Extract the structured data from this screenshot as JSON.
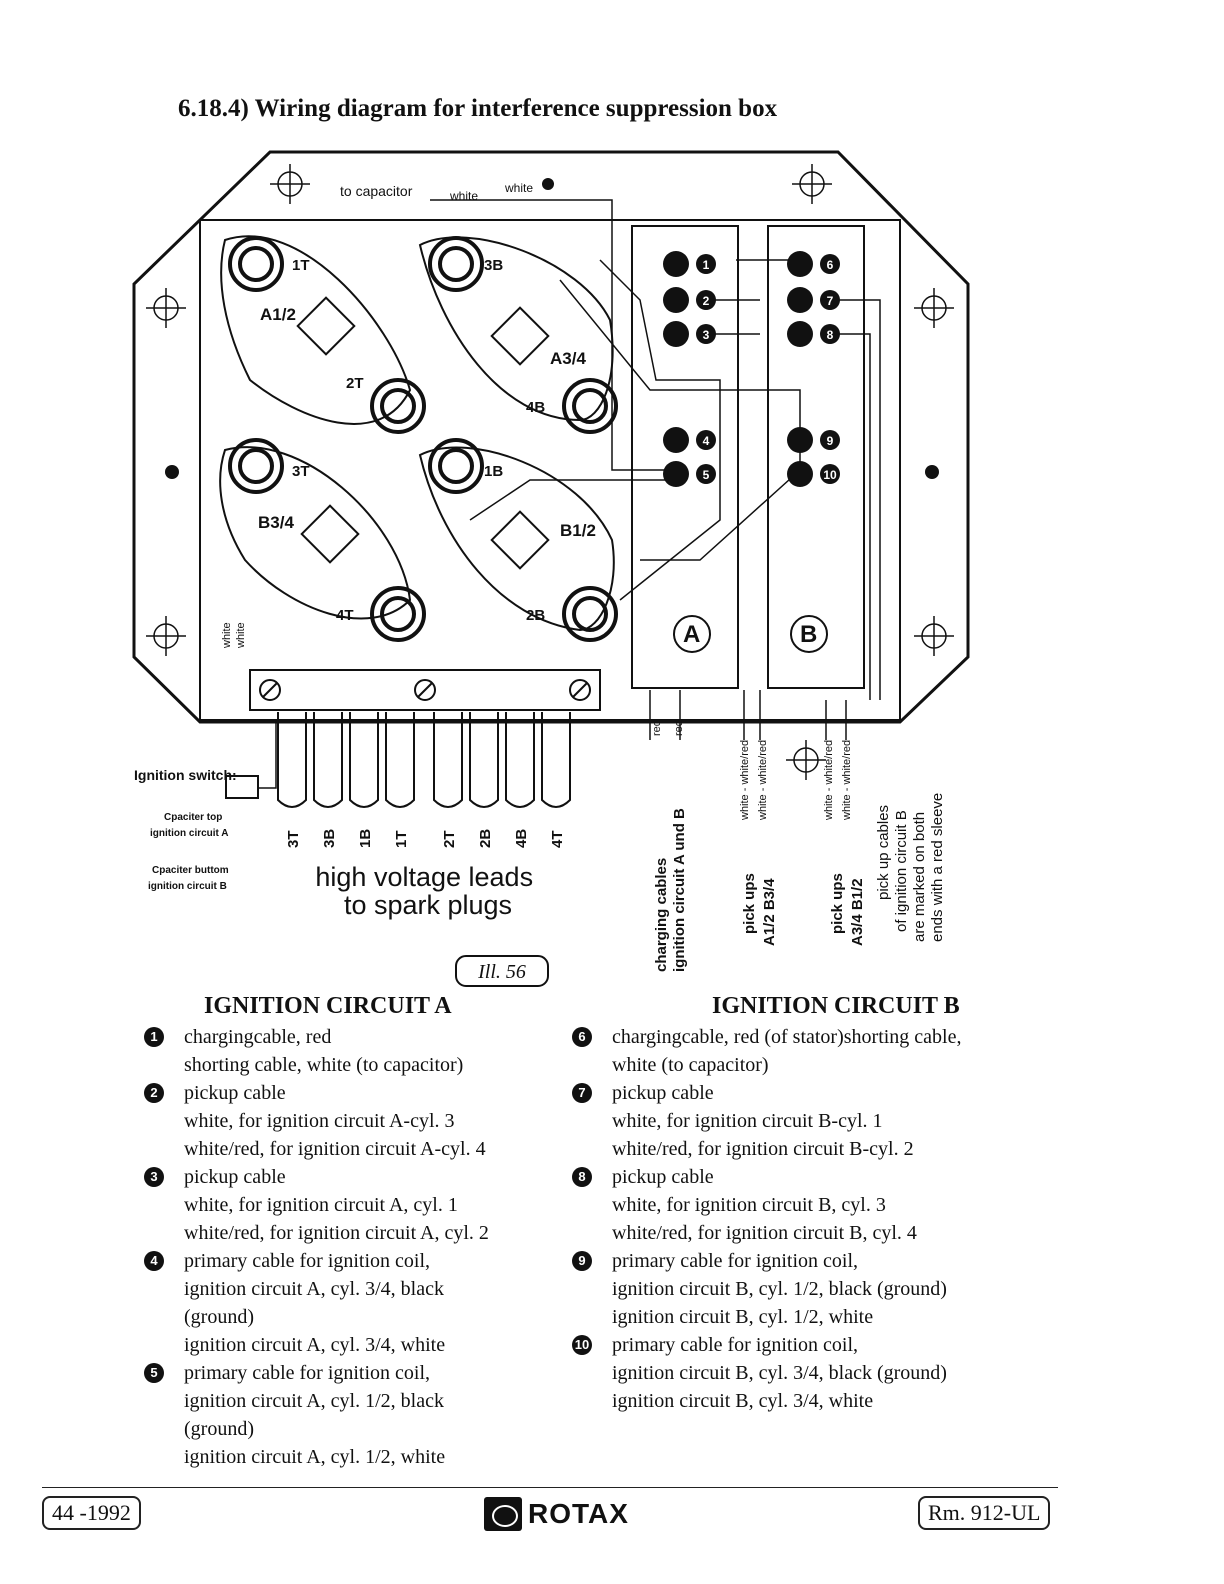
{
  "page_title": "6.18.4) Wiring diagram for interference suppression box",
  "diagram": {
    "to_capacitor": "to capacitor",
    "white_1": "white",
    "white_2": "white",
    "coils": [
      "1T",
      "3B",
      "2T",
      "4B",
      "3T",
      "1B",
      "4T",
      "2B"
    ],
    "pickups": [
      "A1/2",
      "A3/4",
      "B3/4",
      "B1/2"
    ],
    "terminals": [
      "1",
      "2",
      "3",
      "4",
      "5",
      "6",
      "7",
      "8",
      "9",
      "10"
    ],
    "circuit_labels": [
      "A",
      "B"
    ],
    "leads": [
      "3T",
      "3B",
      "1B",
      "1T",
      "2T",
      "2B",
      "4B",
      "4T"
    ],
    "ignition_switch": "Ignition switch:",
    "cap_top": [
      "Cpaciter top",
      "ignition circuit A"
    ],
    "cap_bottom": [
      "Cpaciter buttom",
      "ignition circuit B"
    ],
    "hv_leads": [
      "high voltage leads",
      "to spark plugs"
    ],
    "left_white": [
      "white",
      "white"
    ],
    "red_labels": [
      "red",
      "red"
    ],
    "charging_cables": [
      "charging cables",
      "ignition circuit A und B"
    ],
    "white_red_a": [
      "white - white/red",
      "white - white/red"
    ],
    "pickups_a": [
      "pick ups",
      "A1/2 B3/4"
    ],
    "white_red_b": [
      "white - white/red",
      "white - white/red"
    ],
    "pickups_b": [
      "pick ups",
      "A3/4 B1/2"
    ],
    "pickup_note": [
      "pick up cables",
      "of ignition circuit B",
      "are marked on both",
      "ends with a red sleeve"
    ],
    "ill_label": "Ill. 56"
  },
  "circuit_a": {
    "title": "IGNITION CIRCUIT A",
    "items": [
      {
        "num": "1",
        "lines": [
          "chargingcable, red",
          "shorting cable, white (to capacitor)"
        ]
      },
      {
        "num": "2",
        "lines": [
          "pickup cable",
          "white, for ignition circuit A-cyl. 3",
          "white/red, for ignition circuit A-cyl. 4"
        ]
      },
      {
        "num": "3",
        "lines": [
          "pickup cable",
          "white, for ignition circuit A, cyl. 1",
          "white/red, for ignition circuit A, cyl. 2"
        ]
      },
      {
        "num": "4",
        "lines": [
          "primary cable for ignition coil,",
          "ignition circuit  A, cyl. 3/4, black",
          "(ground)",
          "ignition circuit A, cyl. 3/4, white"
        ]
      },
      {
        "num": "5",
        "lines": [
          "primary cable for ignition coil,",
          "ignition circuit A, cyl. 1/2, black",
          "(ground)",
          "ignition circuit A, cyl. 1/2, white"
        ]
      }
    ]
  },
  "circuit_b": {
    "title": "IGNITION CIRCUIT B",
    "items": [
      {
        "num": "6",
        "lines": [
          "chargingcable, red (of stator)shorting cable,",
          "white (to capacitor)"
        ]
      },
      {
        "num": "7",
        "lines": [
          "pickup cable",
          "white, for ignition circuit B-cyl. 1",
          "white/red, for ignition circuit B-cyl. 2"
        ]
      },
      {
        "num": "8",
        "lines": [
          "pickup cable",
          "white, for ignition circuit B, cyl. 3",
          "white/red, for ignition circuit B, cyl. 4"
        ]
      },
      {
        "num": "9",
        "lines": [
          "primary cable for ignition coil,",
          "ignition circuit B, cyl. 1/2, black (ground)",
          "ignition circuit B, cyl. 1/2, white"
        ]
      },
      {
        "num": "10",
        "lines": [
          "primary cable for ignition coil,",
          "ignition circuit B, cyl. 3/4, black (ground)",
          "ignition circuit B, cyl. 3/4, white"
        ]
      }
    ]
  },
  "footer": {
    "left": "44 -1992",
    "brand": "ROTAX",
    "right": "Rm. 912-UL"
  }
}
